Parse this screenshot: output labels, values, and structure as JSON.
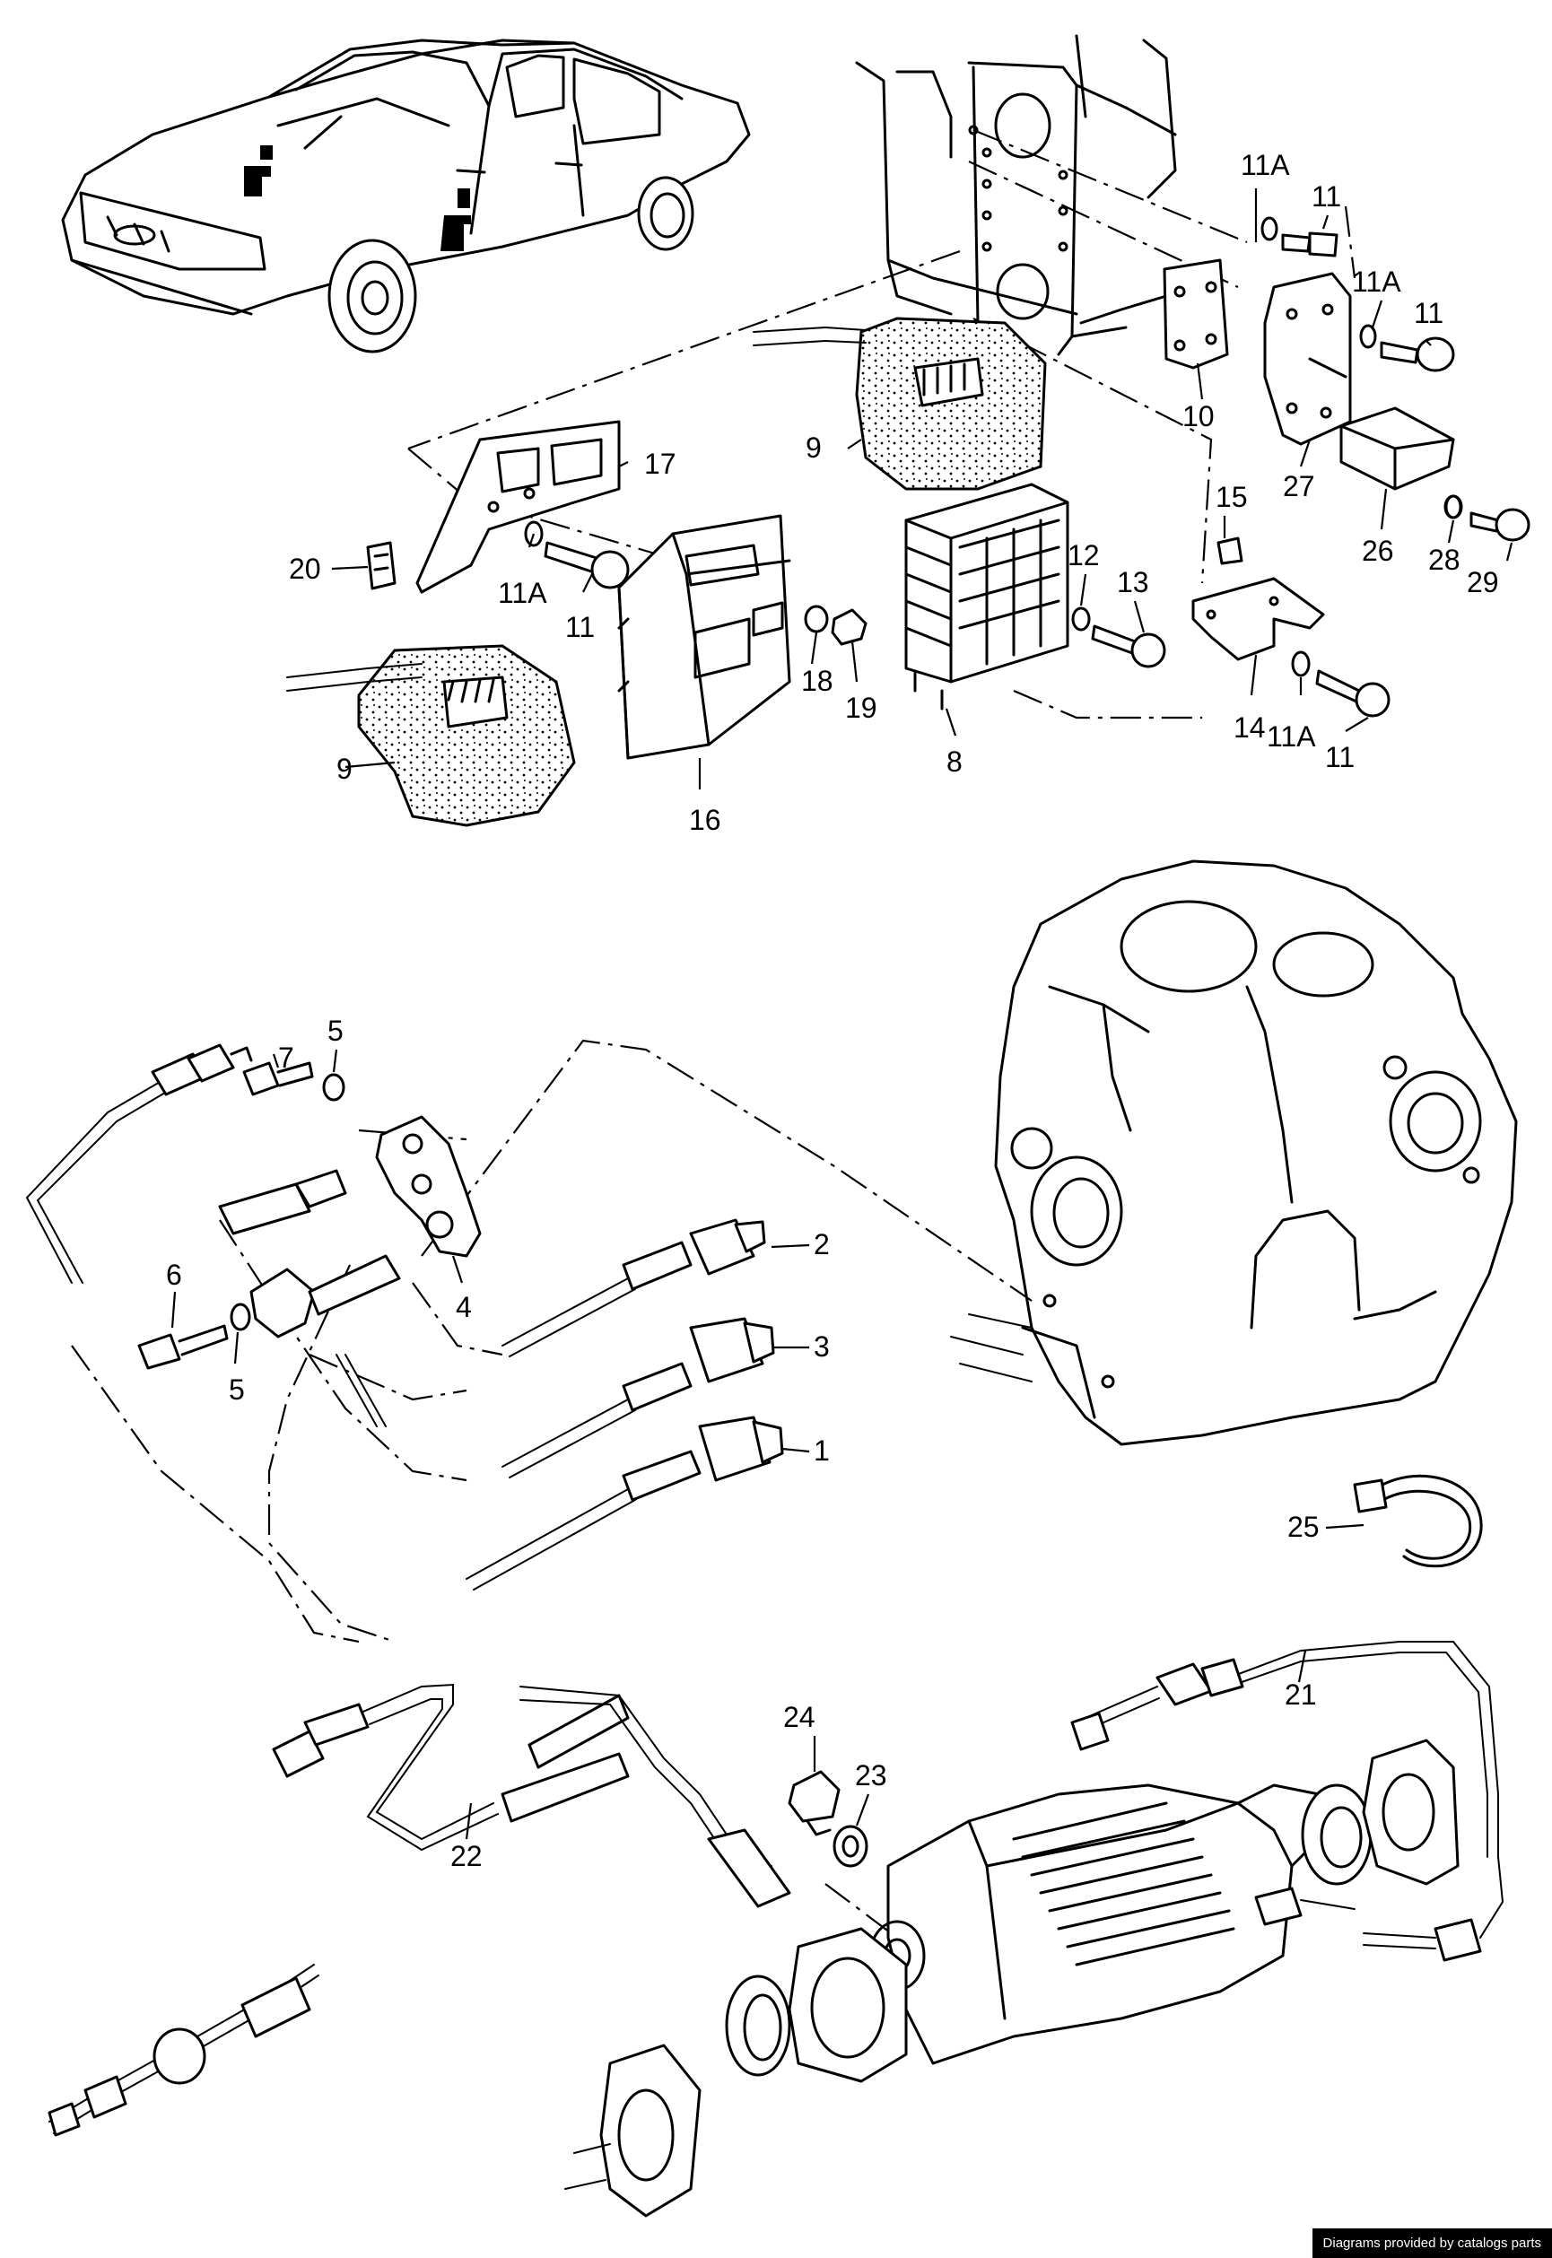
{
  "callouts": {
    "c1": "1",
    "c2": "2",
    "c3": "3",
    "c4": "4",
    "c5a": "5",
    "c5b": "5",
    "c6": "6",
    "c7": "7",
    "c8": "8",
    "c9a": "9",
    "c9b": "9",
    "c10": "10",
    "c11a": "11",
    "c11b": "11",
    "c11c": "11",
    "c11d": "11",
    "c11Aa": "11A",
    "c11Ab": "11A",
    "c11Ac": "11A",
    "c11Ad": "11A",
    "c12": "12",
    "c13": "13",
    "c14": "14",
    "c15": "15",
    "c16": "16",
    "c17": "17",
    "c18": "18",
    "c19": "19",
    "c20": "20",
    "c21": "21",
    "c22": "22",
    "c23": "23",
    "c24": "24",
    "c25": "25",
    "c26": "26",
    "c27": "27",
    "c28": "28",
    "c29": "29"
  },
  "footer": {
    "credit": "Diagrams provided by catalogs parts"
  }
}
